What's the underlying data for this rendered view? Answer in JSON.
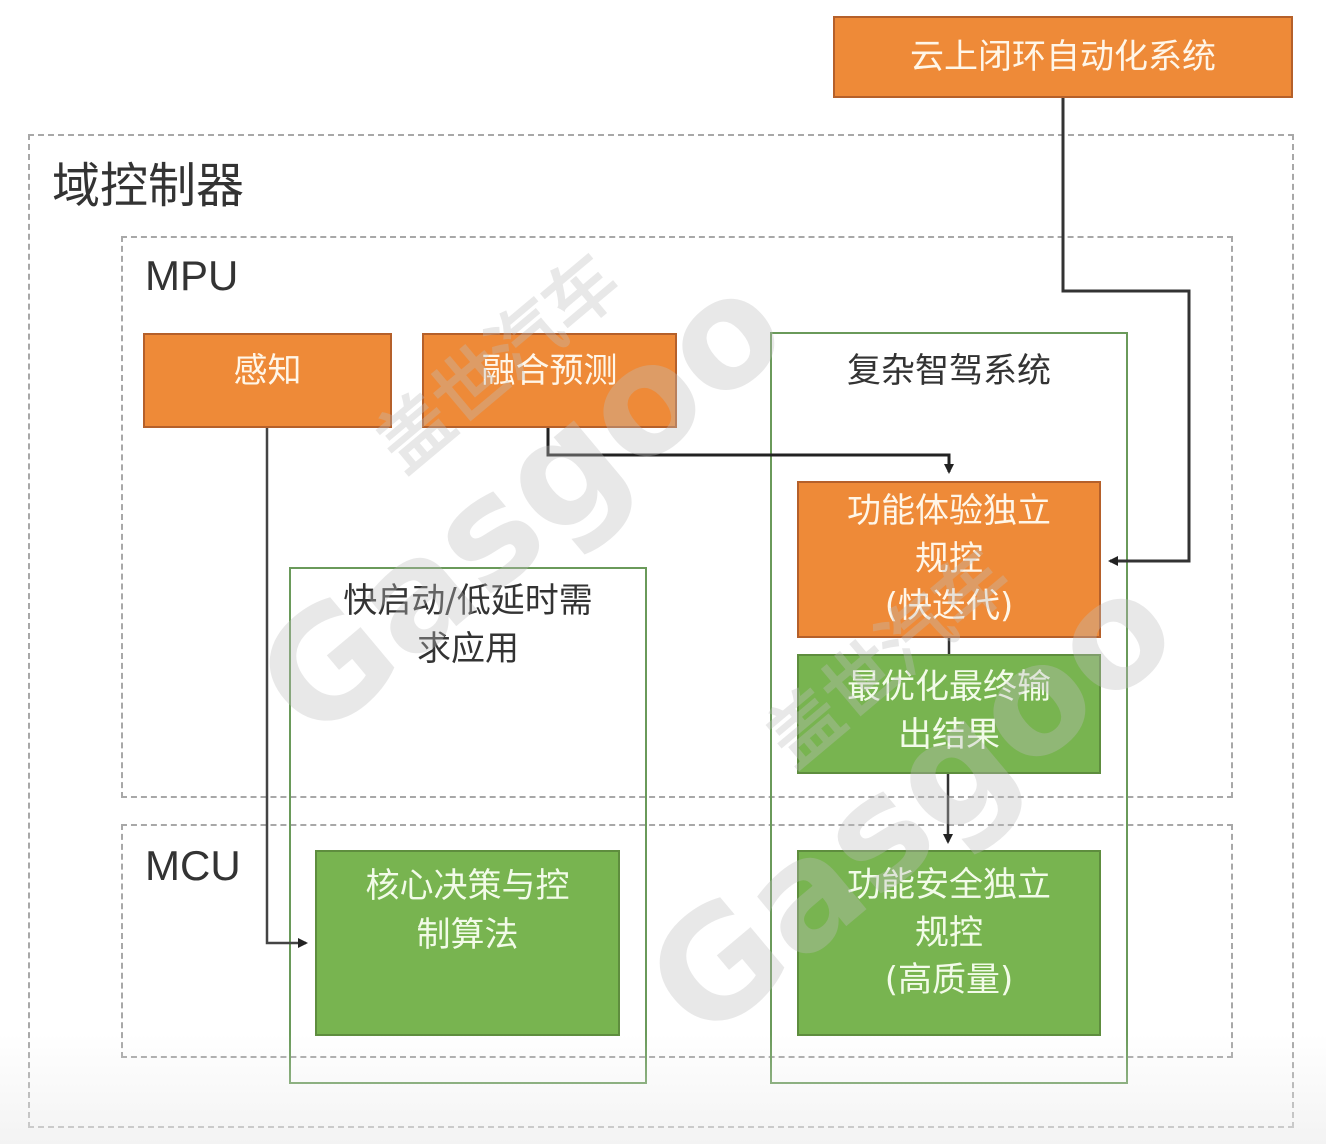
{
  "cloud_system": {
    "label": "云上闭环自动化系统"
  },
  "domain_controller": {
    "title": "域控制器"
  },
  "mpu": {
    "title": "MPU",
    "perception": "感知",
    "fusion_prediction": "融合预测"
  },
  "mcu": {
    "title": "MCU"
  },
  "fast_start_app": {
    "title": "快启动/低延时需\n求应用",
    "core_decision": "核心决策与控\n制算法"
  },
  "complex_adas": {
    "title": "复杂智驾系统",
    "feature_experience": "功能体验独立\n规控\n(快迭代)",
    "optimized_output": "最优化最终输\n出结果",
    "functional_safety": "功能安全独立\n规控\n(高质量)"
  },
  "watermark": {
    "text_cn": "盖世汽车",
    "text_en": "Gasgoo"
  },
  "colors": {
    "orange": "#ee8a38",
    "green": "#78b450",
    "green_border": "#6a9a5a",
    "dashed_border": "#a8a8a8",
    "connector": "#222222"
  }
}
